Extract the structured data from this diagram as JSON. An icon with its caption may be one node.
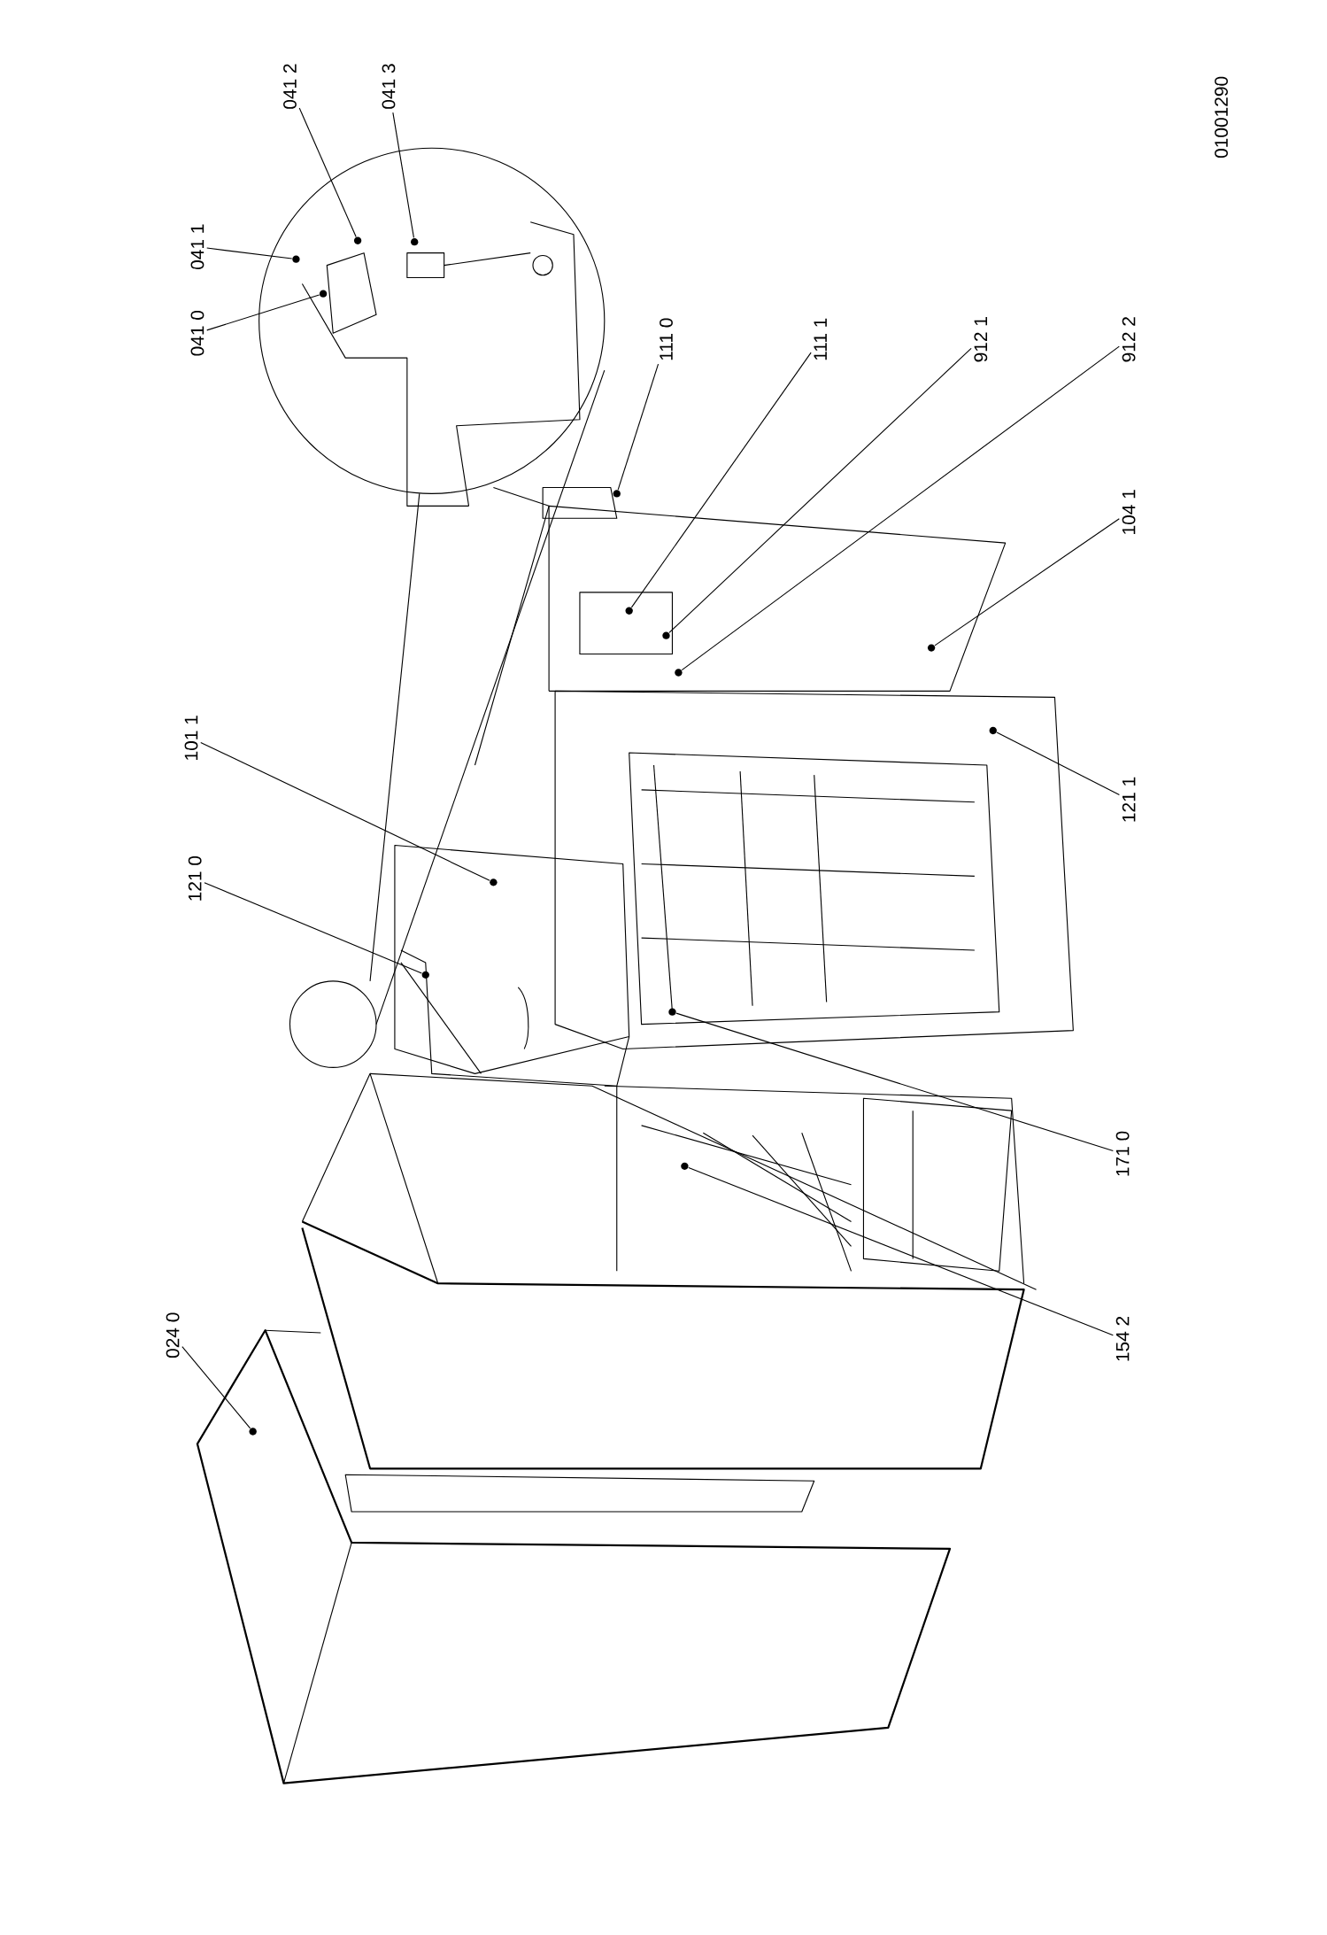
{
  "diagram": {
    "nodes": [
      {
        "text": [
          "024 0"
        ]
      },
      {
        "text": [],
        "shape": "circle"
      },
      {
        "text": [
          "101 1"
        ]
      },
      {
        "text": [],
        "shape": "circle"
      },
      {
        "text": [
          "121 0"
        ]
      },
      {
        "text": [],
        "shape": "circle"
      },
      {
        "text": [
          "041 0"
        ]
      },
      {
        "text": [],
        "shape": "circle"
      },
      {
        "text": [
          "041 1"
        ]
      },
      {
        "text": [],
        "shape": "circle"
      },
      {
        "text": [
          "041 2"
        ]
      },
      {
        "text": [],
        "shape": "circle"
      },
      {
        "text": [
          "041 3"
        ]
      },
      {
        "text": [],
        "shape": "circle"
      },
      {
        "text": [
          "111 0"
        ]
      },
      {
        "text": [],
        "shape": "circle"
      },
      {
        "text": [
          "111 1"
        ]
      },
      {
        "text": [],
        "shape": "circle"
      },
      {
        "text": [
          "912 1"
        ]
      },
      {
        "text": [],
        "shape": "circle"
      },
      {
        "text": [
          "912 2"
        ]
      },
      {
        "text": [],
        "shape": "circle"
      },
      {
        "text": [
          "104 1"
        ]
      },
      {
        "text": [],
        "shape": "circle"
      },
      {
        "text": [
          "121 1"
        ]
      },
      {
        "text": [],
        "shape": "circle"
      },
      {
        "text": [
          "171 0"
        ]
      },
      {
        "text": [],
        "shape": "circle"
      },
      {
        "text": [
          "154 2"
        ]
      },
      {
        "text": [],
        "shape": "circle"
      }
    ],
    "edges": [
      {
        "from": 0,
        "to": 1,
        "arrow": "none"
      },
      {
        "from": 2,
        "to": 3,
        "arrow": "none"
      },
      {
        "from": 4,
        "to": 5,
        "arrow": "none"
      },
      {
        "from": 6,
        "to": 7,
        "arrow": "none"
      },
      {
        "from": 8,
        "to": 9,
        "arrow": "none"
      },
      {
        "from": 10,
        "to": 11,
        "arrow": "none"
      },
      {
        "from": 12,
        "to": 13,
        "arrow": "none"
      },
      {
        "from": 14,
        "to": 15,
        "arrow": "none"
      },
      {
        "from": 16,
        "to": 17,
        "arrow": "none"
      },
      {
        "from": 18,
        "to": 19,
        "arrow": "none"
      },
      {
        "from": 20,
        "to": 21,
        "arrow": "none"
      },
      {
        "from": 22,
        "to": 23,
        "arrow": "none"
      },
      {
        "from": 24,
        "to": 25,
        "arrow": "none"
      },
      {
        "from": 26,
        "to": 27,
        "arrow": "none"
      },
      {
        "from": 28,
        "to": 29,
        "arrow": "none"
      }
    ],
    "labels": [
      "01001290"
    ]
  }
}
